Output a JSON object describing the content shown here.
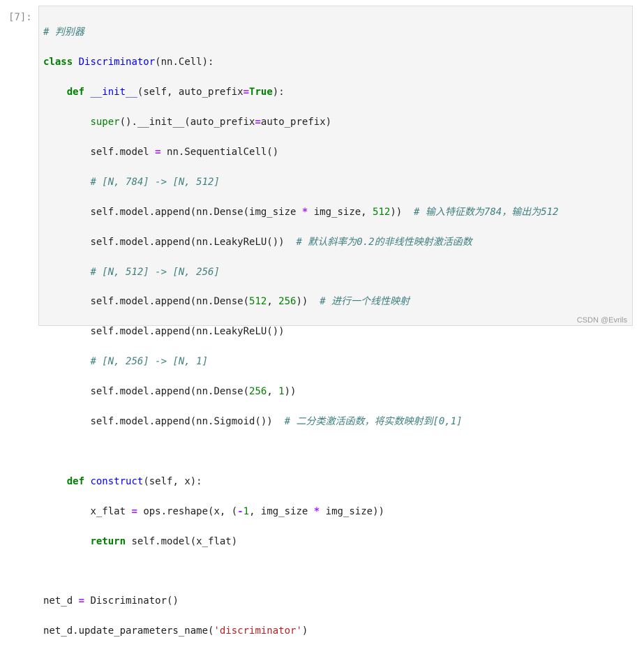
{
  "cell": {
    "prompt": "[7]:"
  },
  "code": {
    "l1": "# 判别器",
    "l2": {
      "kw": "class",
      "name": "Discriminator",
      "rest": "(nn.Cell):"
    },
    "l3": {
      "kw": "def",
      "fn": "__init__",
      "a": "(self, auto_prefix",
      "eq": "=",
      "val": "True",
      "b": "):"
    },
    "l4": {
      "fn": "super",
      "a": "().__init__(auto_prefix",
      "eq": "=",
      "b": "auto_prefix)"
    },
    "l5": {
      "a": "self.model ",
      "eq": "=",
      "b": " nn.SequentialCell()"
    },
    "l6": "# [N, 784] -> [N, 512]",
    "l7": {
      "a": "self.model.append(nn.Dense(img_size ",
      "op": "*",
      "b": " img_size, ",
      "num": "512",
      "c": "))  ",
      "cmt": "# 输入特征数为784，输出为512"
    },
    "l8": {
      "a": "self.model.append(nn.LeakyReLU())  ",
      "cmt": "# 默认斜率为0.2的非线性映射激活函数"
    },
    "l9": "# [N, 512] -> [N, 256]",
    "l10": {
      "a": "self.model.append(nn.Dense(",
      "num1": "512",
      "b": ", ",
      "num2": "256",
      "c": "))  ",
      "cmt": "# 进行一个线性映射"
    },
    "l11": "self.model.append(nn.LeakyReLU())",
    "l12": "# [N, 256] -> [N, 1]",
    "l13": {
      "a": "self.model.append(nn.Dense(",
      "num1": "256",
      "b": ", ",
      "num2": "1",
      "c": "))"
    },
    "l14": {
      "a": "self.model.append(nn.Sigmoid())  ",
      "cmt": "# 二分类激活函数，将实数映射到[0,1]"
    },
    "l16": {
      "kw": "def",
      "fn": "construct",
      "rest": "(self, x):"
    },
    "l17": {
      "a": "x_flat ",
      "eq": "=",
      "b": " ops.reshape(x, (",
      "op": "-",
      "num": "1",
      "c": ", img_size ",
      "op2": "*",
      "d": " img_size))"
    },
    "l18": {
      "kw": "return",
      "a": " self.model(x_flat)"
    },
    "l20": {
      "a": "net_d ",
      "eq": "=",
      "b": " Discriminator()"
    },
    "l21": {
      "a": "net_d.update_parameters_name(",
      "str": "'discriminator'",
      "b": ")"
    }
  },
  "watermark": "CSDN @Evrils",
  "colors": {
    "keyword": "#008000",
    "comment": "#408080",
    "operator": "#aa22ff",
    "string": "#ba2121",
    "class_name": "#0000ff",
    "cell_bg": "#f5f5f5"
  }
}
